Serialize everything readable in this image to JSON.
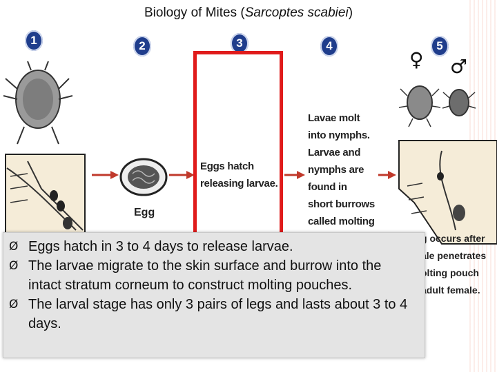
{
  "title": {
    "prefix": "Biology of Mites (",
    "species": "Sarcoptes scabiei",
    "suffix": ")"
  },
  "steps": [
    {
      "number": "1"
    },
    {
      "number": "2",
      "label": "Egg"
    },
    {
      "number": "3",
      "text_lines": [
        "Eggs hatch",
        "releasing larvae."
      ]
    },
    {
      "number": "4",
      "text_lines": [
        "Lavae molt",
        "into nymphs.",
        "Larvae and",
        "nymphs are",
        "found in",
        "short burrows",
        "called molting"
      ]
    },
    {
      "number": "5",
      "female_symbol": "♀",
      "male_symbol": "♂",
      "text_fragments": [
        "g occurs after",
        "ale penetrates",
        "olting pouch",
        "adult female."
      ]
    }
  ],
  "notes": [
    "Eggs hatch in 3 to 4 days to release larvae.",
    "The larvae migrate to the skin surface and burrow into the intact stratum corneum to construct molting pouches.",
    "The larval stage has only 3 pairs of legs and lasts about 3 to 4 days."
  ],
  "bullet_glyph": "Ø",
  "colors": {
    "highlight_box": "#e01b1b",
    "step_badge": "#1f3d8c",
    "arrow": "#c0392b",
    "note_bg": "#e4e4e4"
  }
}
